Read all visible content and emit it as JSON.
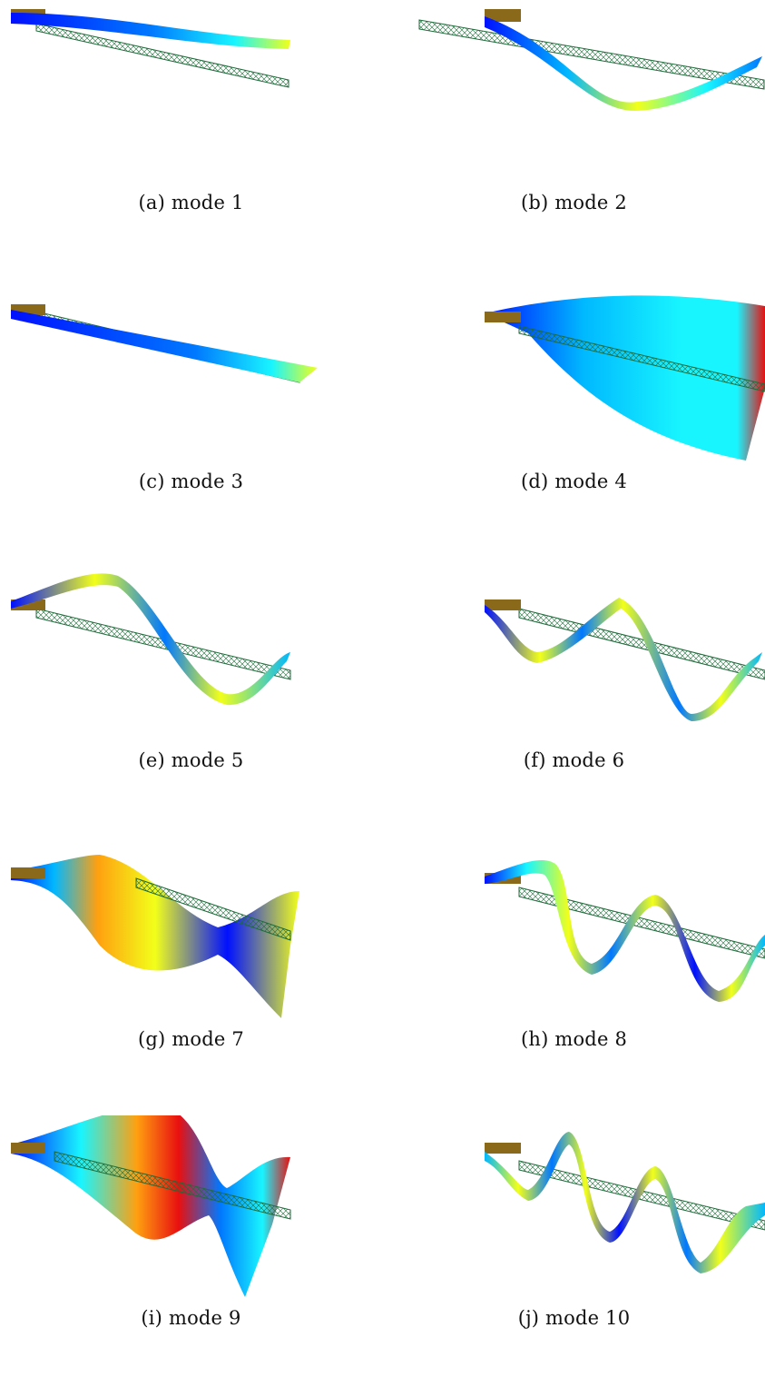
{
  "figure": {
    "panels": [
      {
        "caption": "(a) mode 1"
      },
      {
        "caption": "(b) mode 2"
      },
      {
        "caption": "(c) mode 3"
      },
      {
        "caption": "(d) mode 4"
      },
      {
        "caption": "(e) mode 5"
      },
      {
        "caption": "(f) mode 6"
      },
      {
        "caption": "(g) mode 7"
      },
      {
        "caption": "(h) mode 8"
      },
      {
        "caption": "(i) mode 9"
      },
      {
        "caption": "(j) mode 10"
      }
    ],
    "colors": {
      "undeformed_mesh": "#1e6b3a",
      "clamp": "#8a6a1a",
      "colormap": [
        "#0010ff",
        "#00b8ff",
        "#18f5ff",
        "#f2ff1a",
        "#ffa010",
        "#e81010"
      ]
    }
  }
}
